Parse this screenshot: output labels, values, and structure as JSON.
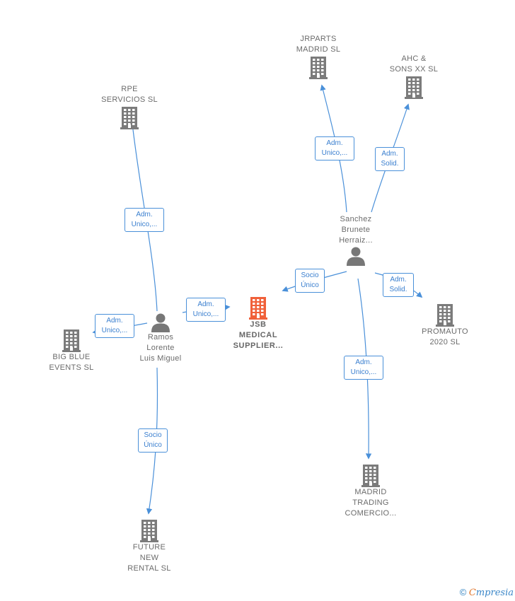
{
  "colors": {
    "edge": "#4a90d9",
    "building": "#7b7b7b",
    "focus_building": "#f0613a",
    "person": "#777777"
  },
  "companies": [
    {
      "id": "jsb",
      "name": "JSB\nMEDICAL\nSUPPLIER...",
      "focus": true,
      "icon": "building-icon"
    },
    {
      "id": "rpe",
      "name": "RPE\nSERVICIOS  SL",
      "icon": "building-icon"
    },
    {
      "id": "jrparts",
      "name": "JRPARTS\nMADRID  SL",
      "icon": "building-icon"
    },
    {
      "id": "ahc",
      "name": "AHC &\nSONS XX  SL",
      "icon": "building-icon"
    },
    {
      "id": "promauto",
      "name": "PROMAUTO\n2020  SL",
      "icon": "building-icon"
    },
    {
      "id": "bigblue",
      "name": "BIG BLUE\nEVENTS SL",
      "icon": "building-icon"
    },
    {
      "id": "madrid",
      "name": "MADRID\nTRADING\nCOMERCIO...",
      "icon": "building-icon"
    },
    {
      "id": "future",
      "name": "FUTURE\nNEW\nRENTAL  SL",
      "icon": "building-icon"
    }
  ],
  "people": [
    {
      "id": "ramos",
      "name": "Ramos\nLorente\nLuis Miguel",
      "icon": "person-icon"
    },
    {
      "id": "sanchez",
      "name": "Sanchez\nBrunete\nHerraiz...",
      "icon": "person-icon"
    }
  ],
  "edges": [
    {
      "from": "ramos",
      "to": "rpe",
      "label": "Adm.\nUnico,..."
    },
    {
      "from": "ramos",
      "to": "jsb",
      "label": "Adm.\nUnico,..."
    },
    {
      "from": "ramos",
      "to": "bigblue",
      "label": "Adm.\nUnico,..."
    },
    {
      "from": "ramos",
      "to": "future",
      "label": "Socio\nÚnico"
    },
    {
      "from": "sanchez",
      "to": "jrparts",
      "label": "Adm.\nUnico,..."
    },
    {
      "from": "sanchez",
      "to": "ahc",
      "label": "Adm.\nSolid."
    },
    {
      "from": "sanchez",
      "to": "jsb",
      "label": "Socio\nÚnico"
    },
    {
      "from": "sanchez",
      "to": "promauto",
      "label": "Adm.\nSolid."
    },
    {
      "from": "sanchez",
      "to": "madrid",
      "label": "Adm.\nUnico,..."
    }
  ],
  "brand": {
    "copyright": "©",
    "initial": "C",
    "rest": "mpresia"
  }
}
